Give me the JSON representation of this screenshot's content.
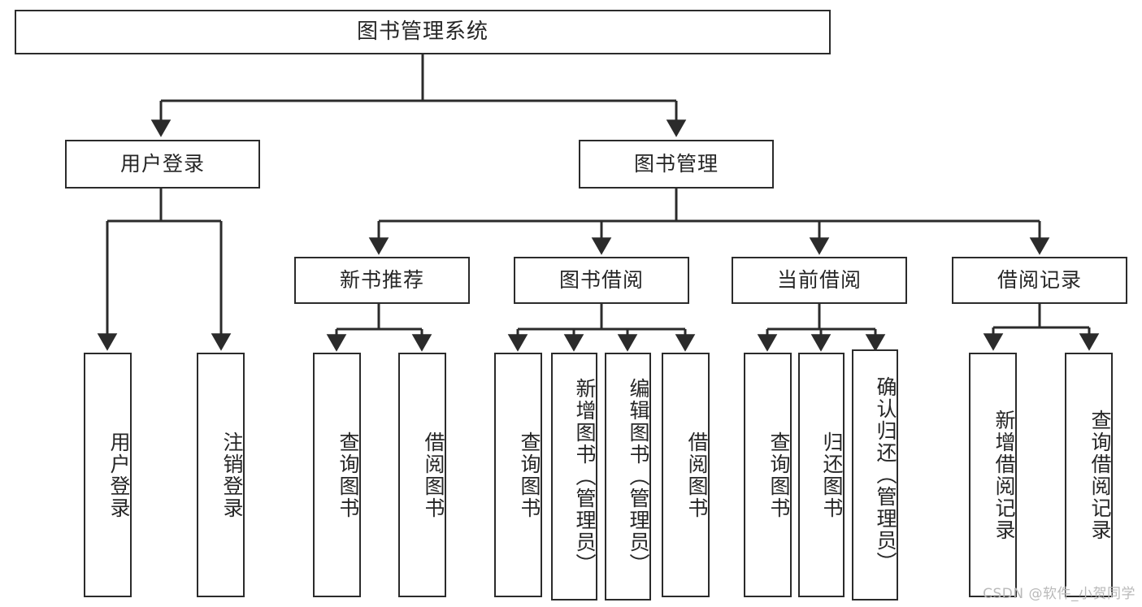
{
  "diagram": {
    "type": "tree-hierarchy",
    "title": "图书管理系统",
    "root": {
      "id": "root",
      "label": "图书管理系统"
    },
    "level2": [
      {
        "id": "user-login",
        "label": "用户登录"
      },
      {
        "id": "book-manage",
        "label": "图书管理"
      }
    ],
    "level3": [
      {
        "id": "new-book-rec",
        "label": "新书推荐",
        "parent": "book-manage"
      },
      {
        "id": "book-borrow",
        "label": "图书借阅",
        "parent": "book-manage"
      },
      {
        "id": "current-borrow",
        "label": "当前借阅",
        "parent": "book-manage"
      },
      {
        "id": "borrow-record",
        "label": "借阅记录",
        "parent": "book-manage"
      }
    ],
    "leaves": {
      "user-login": [
        {
          "id": "leaf-user-login",
          "label": "用户登录"
        },
        {
          "id": "leaf-logout",
          "label": "注销登录"
        }
      ],
      "new-book-rec": [
        {
          "id": "leaf-query-book-1",
          "label": "查询图书"
        },
        {
          "id": "leaf-borrow-book-1",
          "label": "借阅图书"
        }
      ],
      "book-borrow": [
        {
          "id": "leaf-query-book-2",
          "label": "查询图书"
        },
        {
          "id": "leaf-add-book",
          "label": "新增图书（管理员）"
        },
        {
          "id": "leaf-edit-book",
          "label": "编辑图书（管理员）"
        },
        {
          "id": "leaf-borrow-book-2",
          "label": "借阅图书"
        }
      ],
      "current-borrow": [
        {
          "id": "leaf-query-book-3",
          "label": "查询图书"
        },
        {
          "id": "leaf-return-book",
          "label": "归还图书"
        },
        {
          "id": "leaf-confirm-return",
          "label": "确认归还（管理员）"
        }
      ],
      "borrow-record": [
        {
          "id": "leaf-add-record",
          "label": "新增借阅记录"
        },
        {
          "id": "leaf-query-record",
          "label": "查询借阅记录"
        }
      ]
    }
  },
  "watermark": {
    "text": "CSDN @软件_小贺同学"
  },
  "colors": {
    "stroke": "#2b2b2b",
    "text": "#262626",
    "background": "#ffffff",
    "watermark": "#b9b9b9"
  }
}
